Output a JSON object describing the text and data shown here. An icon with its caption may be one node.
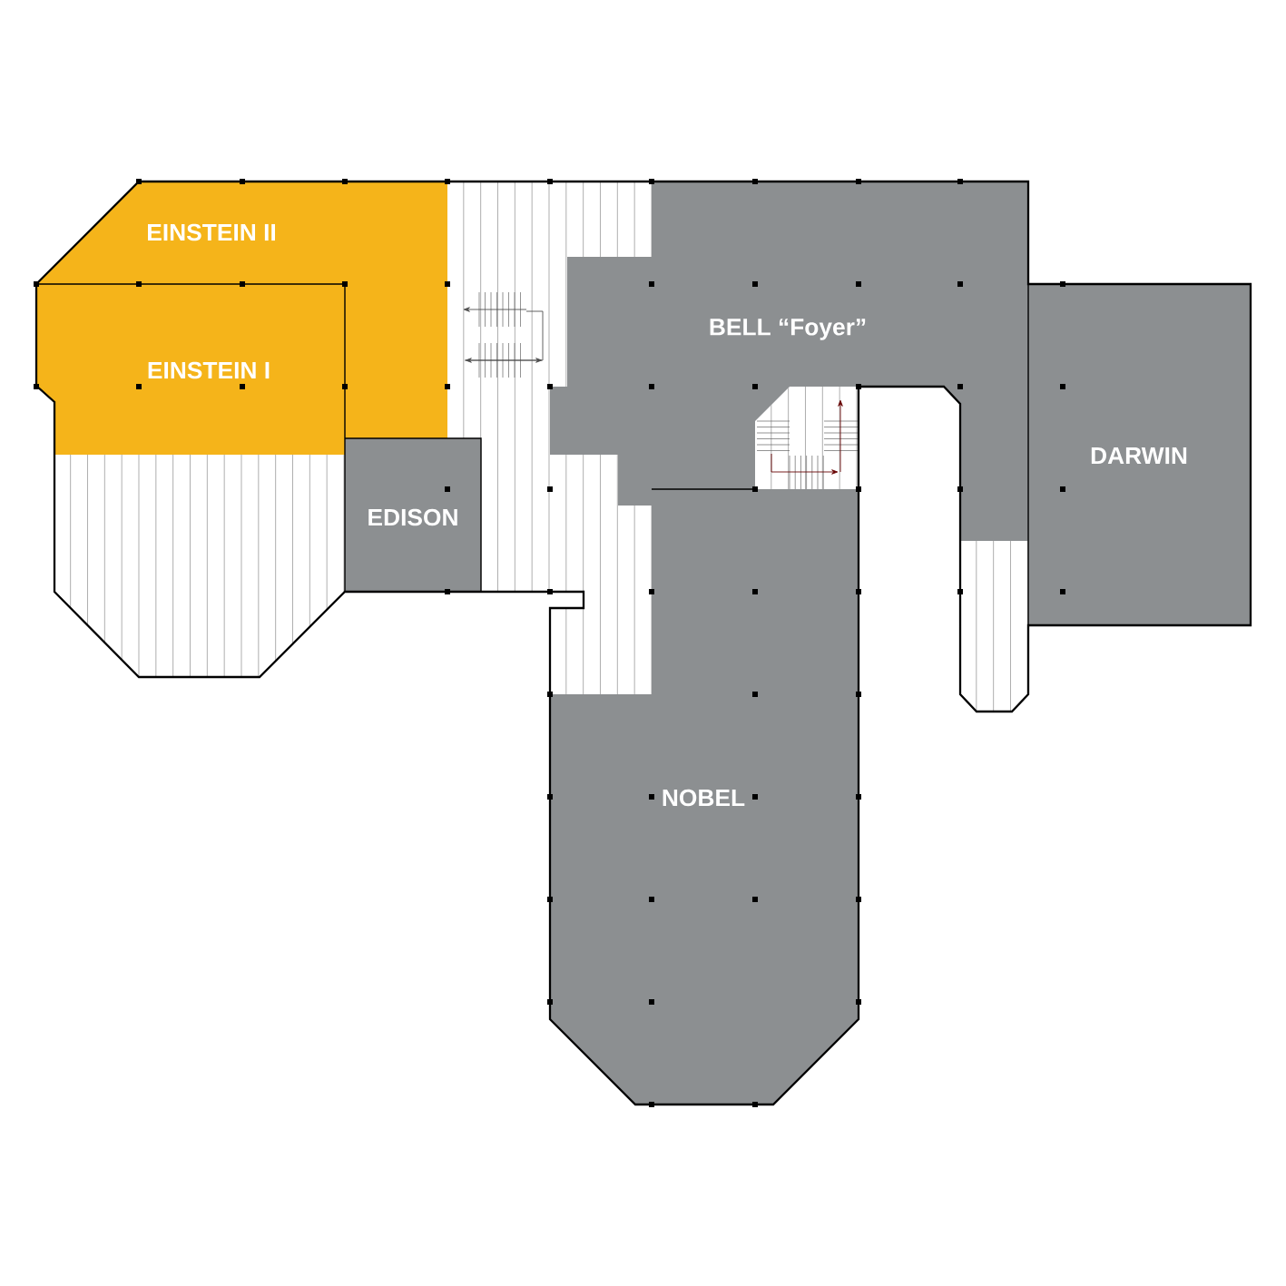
{
  "diagram": {
    "nodes": [
      {
        "text": [
          "EINSTEIN II"
        ]
      },
      {
        "text": [
          "EINSTEIN I"
        ]
      },
      {
        "text": [
          "EDISON"
        ]
      },
      {
        "text": [
          "BELL “Foyer”"
        ]
      },
      {
        "text": [
          "DARWIN"
        ]
      },
      {
        "text": [
          "NOBEL"
        ]
      }
    ]
  }
}
